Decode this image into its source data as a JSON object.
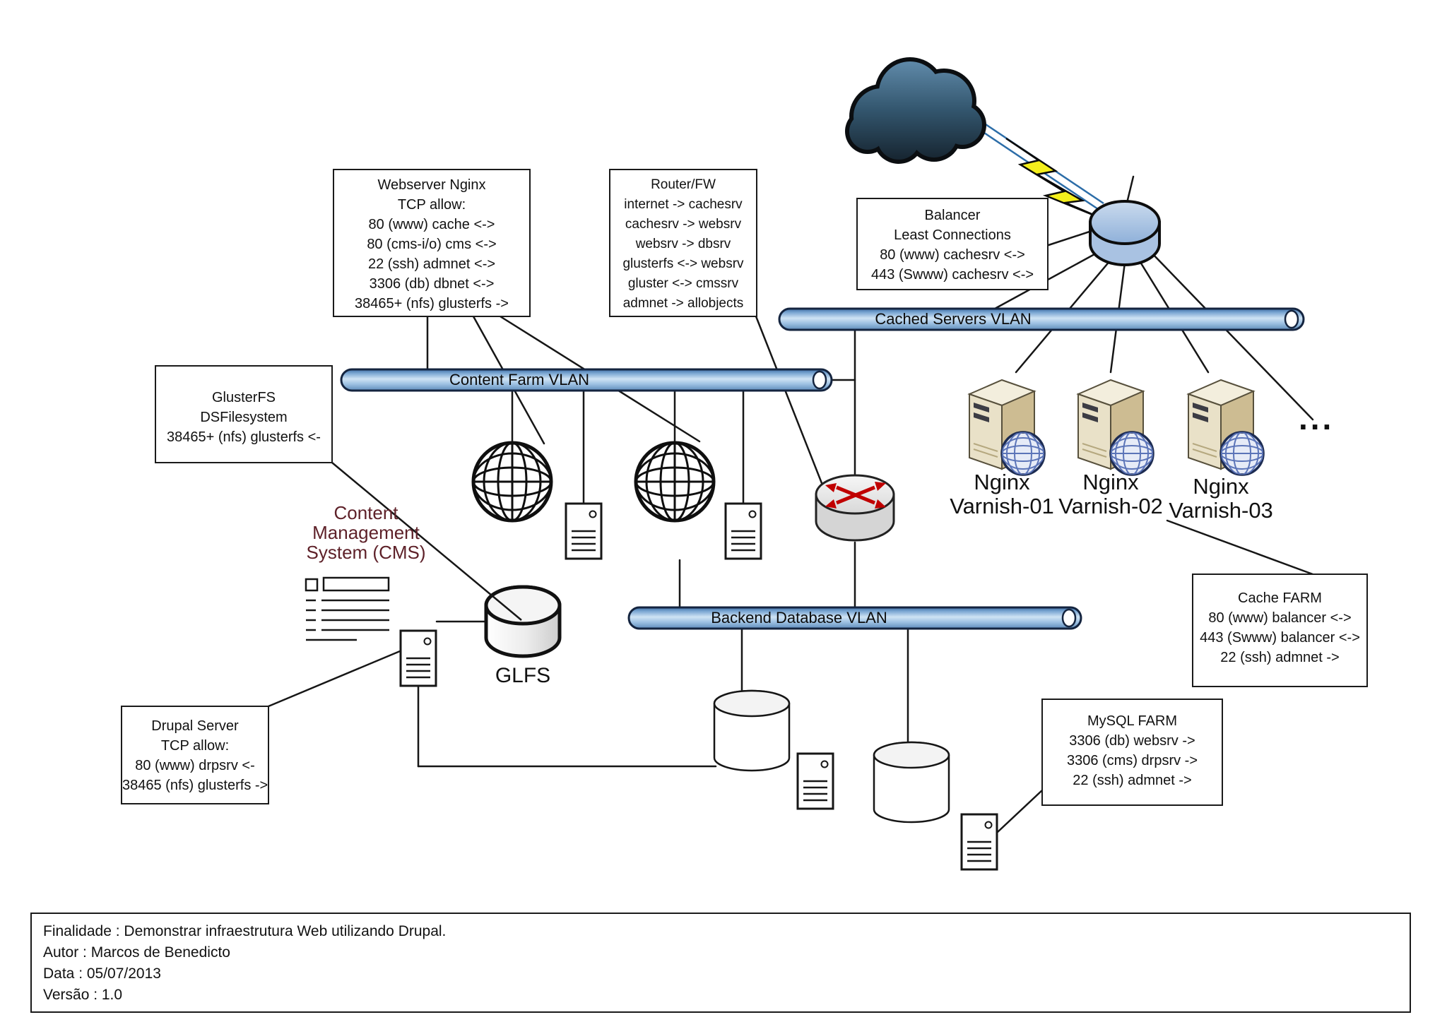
{
  "vlans": {
    "content": "Content Farm VLAN",
    "cached": "Cached Servers VLAN",
    "backend": "Backend Database VLAN"
  },
  "boxes": {
    "webserver": {
      "lines": [
        "Webserver Nginx",
        "TCP allow:",
        "80 (www) cache <->",
        "80 (cms-i/o) cms <->",
        "22 (ssh) admnet <->",
        "3306 (db) dbnet <->",
        "38465+ (nfs) glusterfs ->"
      ]
    },
    "router_fw": {
      "lines": [
        "Router/FW",
        "internet -> cachesrv",
        "cachesrv -> websrv",
        "websrv -> dbsrv",
        "glusterfs <-> websrv",
        "gluster <-> cmssrv",
        "admnet -> allobjects"
      ]
    },
    "balancer": {
      "lines": [
        "Balancer",
        "Least Connections",
        "80 (www) cachesrv <->",
        "443 (Swww) cachesrv <->"
      ]
    },
    "glusterfs": {
      "lines": [
        "GlusterFS",
        "DSFilesystem",
        "38465+ (nfs) glusterfs <-"
      ]
    },
    "drupal": {
      "lines": [
        "Drupal Server",
        "TCP allow:",
        "80 (www) drpsrv <-",
        "38465 (nfs) glusterfs ->"
      ]
    },
    "cache_farm": {
      "lines": [
        "Cache FARM",
        "80 (www) balancer <->",
        "443 (Swww) balancer <->",
        "22 (ssh) admnet ->"
      ]
    },
    "mysql_farm": {
      "lines": [
        "MySQL FARM",
        "3306 (db) websrv ->",
        "3306 (cms) drpsrv ->",
        "22 (ssh) admnet ->"
      ]
    }
  },
  "labels": {
    "cms": {
      "lines": [
        "Content",
        "Management",
        "System (CMS)"
      ]
    },
    "glfs": "GLFS",
    "varnish1": {
      "lines": [
        "Nginx",
        "Varnish-01"
      ]
    },
    "varnish2": {
      "lines": [
        "Nginx",
        "Varnish-02"
      ]
    },
    "varnish3": {
      "lines": [
        "Nginx",
        "Varnish-03"
      ]
    },
    "ellipsis": "..."
  },
  "info_box": {
    "lines": [
      "Finalidade : Demonstrar infraestrutura Web utilizando Drupal.",
      "Autor : Marcos de Benedicto",
      "Data : 05/07/2013",
      "Versão : 1.0"
    ]
  },
  "colors": {
    "pipe_blue": "#7aa6d2",
    "pipe_border": "#14243f",
    "cloud_blue": "#33566e",
    "lightning_yellow": "#f4ef1c",
    "link_blue": "#2c6da8",
    "cms_text_maroon": "#5e2129",
    "router_arrow_red": "#c00000",
    "server_tan": "#e7dec3",
    "globe_blue": "#5b74b8"
  }
}
